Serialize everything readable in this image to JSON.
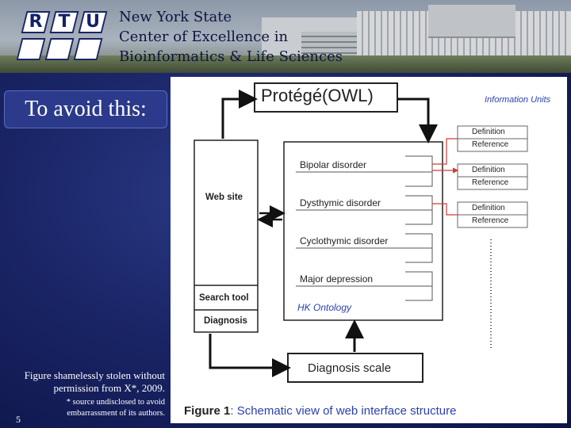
{
  "header": {
    "org_line1": "New York State",
    "org_line2": "Center of Excellence in",
    "org_line3": "Bioinformatics & Life Sciences",
    "logo_letters": [
      "R",
      "T",
      "U"
    ]
  },
  "slide": {
    "heading": "To avoid this:",
    "caption": "Figure shamelessly stolen without permission from X*, 2009.",
    "footnote": "* source undisclosed to avoid embarrassment of its authors.",
    "page_number": "5"
  },
  "figure": {
    "top_label": "Protégé(OWL)",
    "info_units_label": "Information Units",
    "left_box": {
      "website": "Web site",
      "search_tool": "Search tool",
      "diagnosis": "Diagnosis"
    },
    "disorders": [
      "Bipolar disorder",
      "Dysthymic disorder",
      "Cyclothymic disorder",
      "Major depression"
    ],
    "ontology_label": "HK Ontology",
    "info_units": [
      {
        "definition": "Definition",
        "reference": "Reference"
      },
      {
        "definition": "Definition",
        "reference": "Reference"
      },
      {
        "definition": "Definition",
        "reference": "Reference"
      }
    ],
    "bottom_label": "Diagnosis scale",
    "caption_prefix": "Figure 1",
    "caption_text": ": Schematic view of web interface structure",
    "colors": {
      "accent_red": "#d33a3a",
      "ontology_blue": "#2b3fb0",
      "caption_blue": "#2b3fb0"
    }
  }
}
